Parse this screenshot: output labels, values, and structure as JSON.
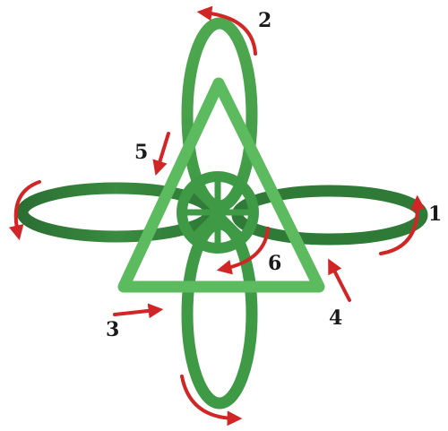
{
  "diagram": {
    "colors": {
      "knot_dark": "#2f7a37",
      "knot_mid": "#3f9a45",
      "knot_light": "#5cbb5e",
      "arrow": "#d22525"
    },
    "labels": {
      "l1": "1",
      "l2": "2",
      "l3": "3",
      "l4": "4",
      "l5": "5",
      "l6": "6"
    }
  }
}
